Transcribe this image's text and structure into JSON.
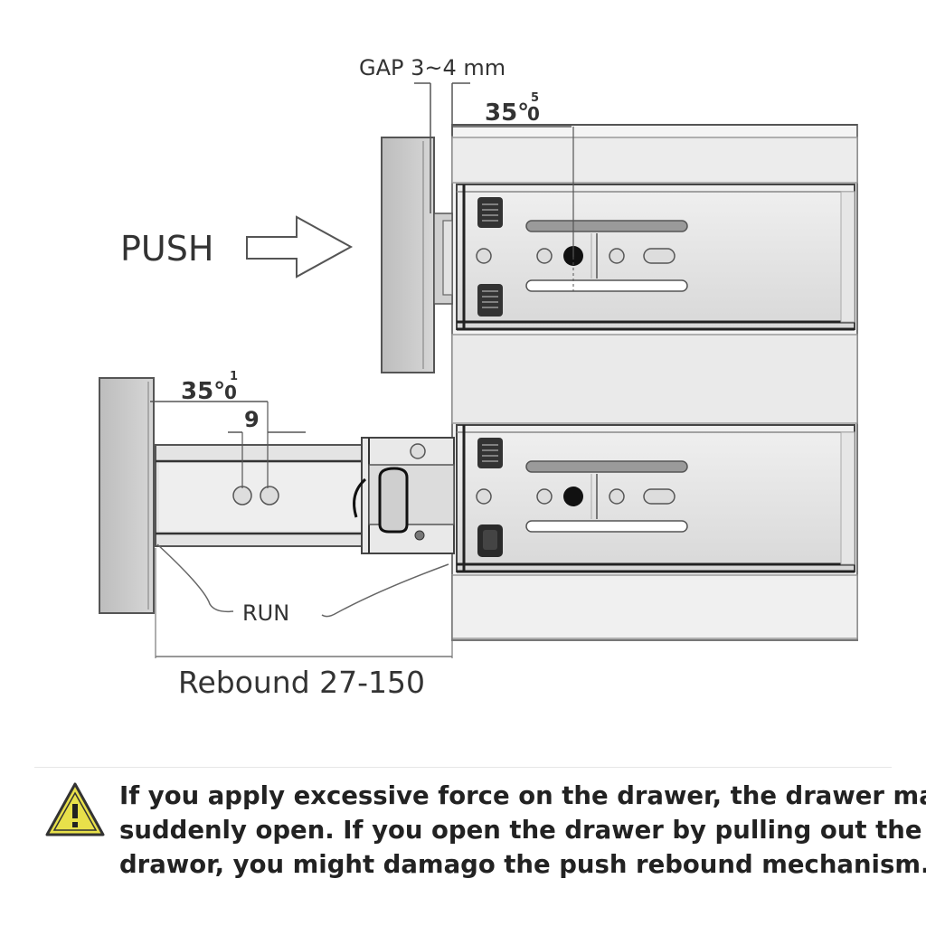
{
  "diagram": {
    "gap_label": "GAP 3~4 mm",
    "angle_top_label": "35°",
    "angle_top_sup": "5",
    "angle_top_sub": "0",
    "push_label": "PUSH",
    "angle_bottom_label": "35°",
    "angle_bottom_sup": "1",
    "angle_bottom_sub": "0",
    "nine_label": "9",
    "run_label": "RUN",
    "rebound_label": "Rebound 27-150"
  },
  "warning": {
    "icon": "warning-triangle-icon",
    "line1": "If you apply excessive force on the drawer, the drawer may",
    "line2": "suddenly open.  If you open the drawer by pulling out the",
    "line3": "drawor, you might damago the push rebound mechanism."
  },
  "colors": {
    "rail": "#e2e2e2",
    "outline": "#555555",
    "warning_yellow": "#e8e04a"
  }
}
